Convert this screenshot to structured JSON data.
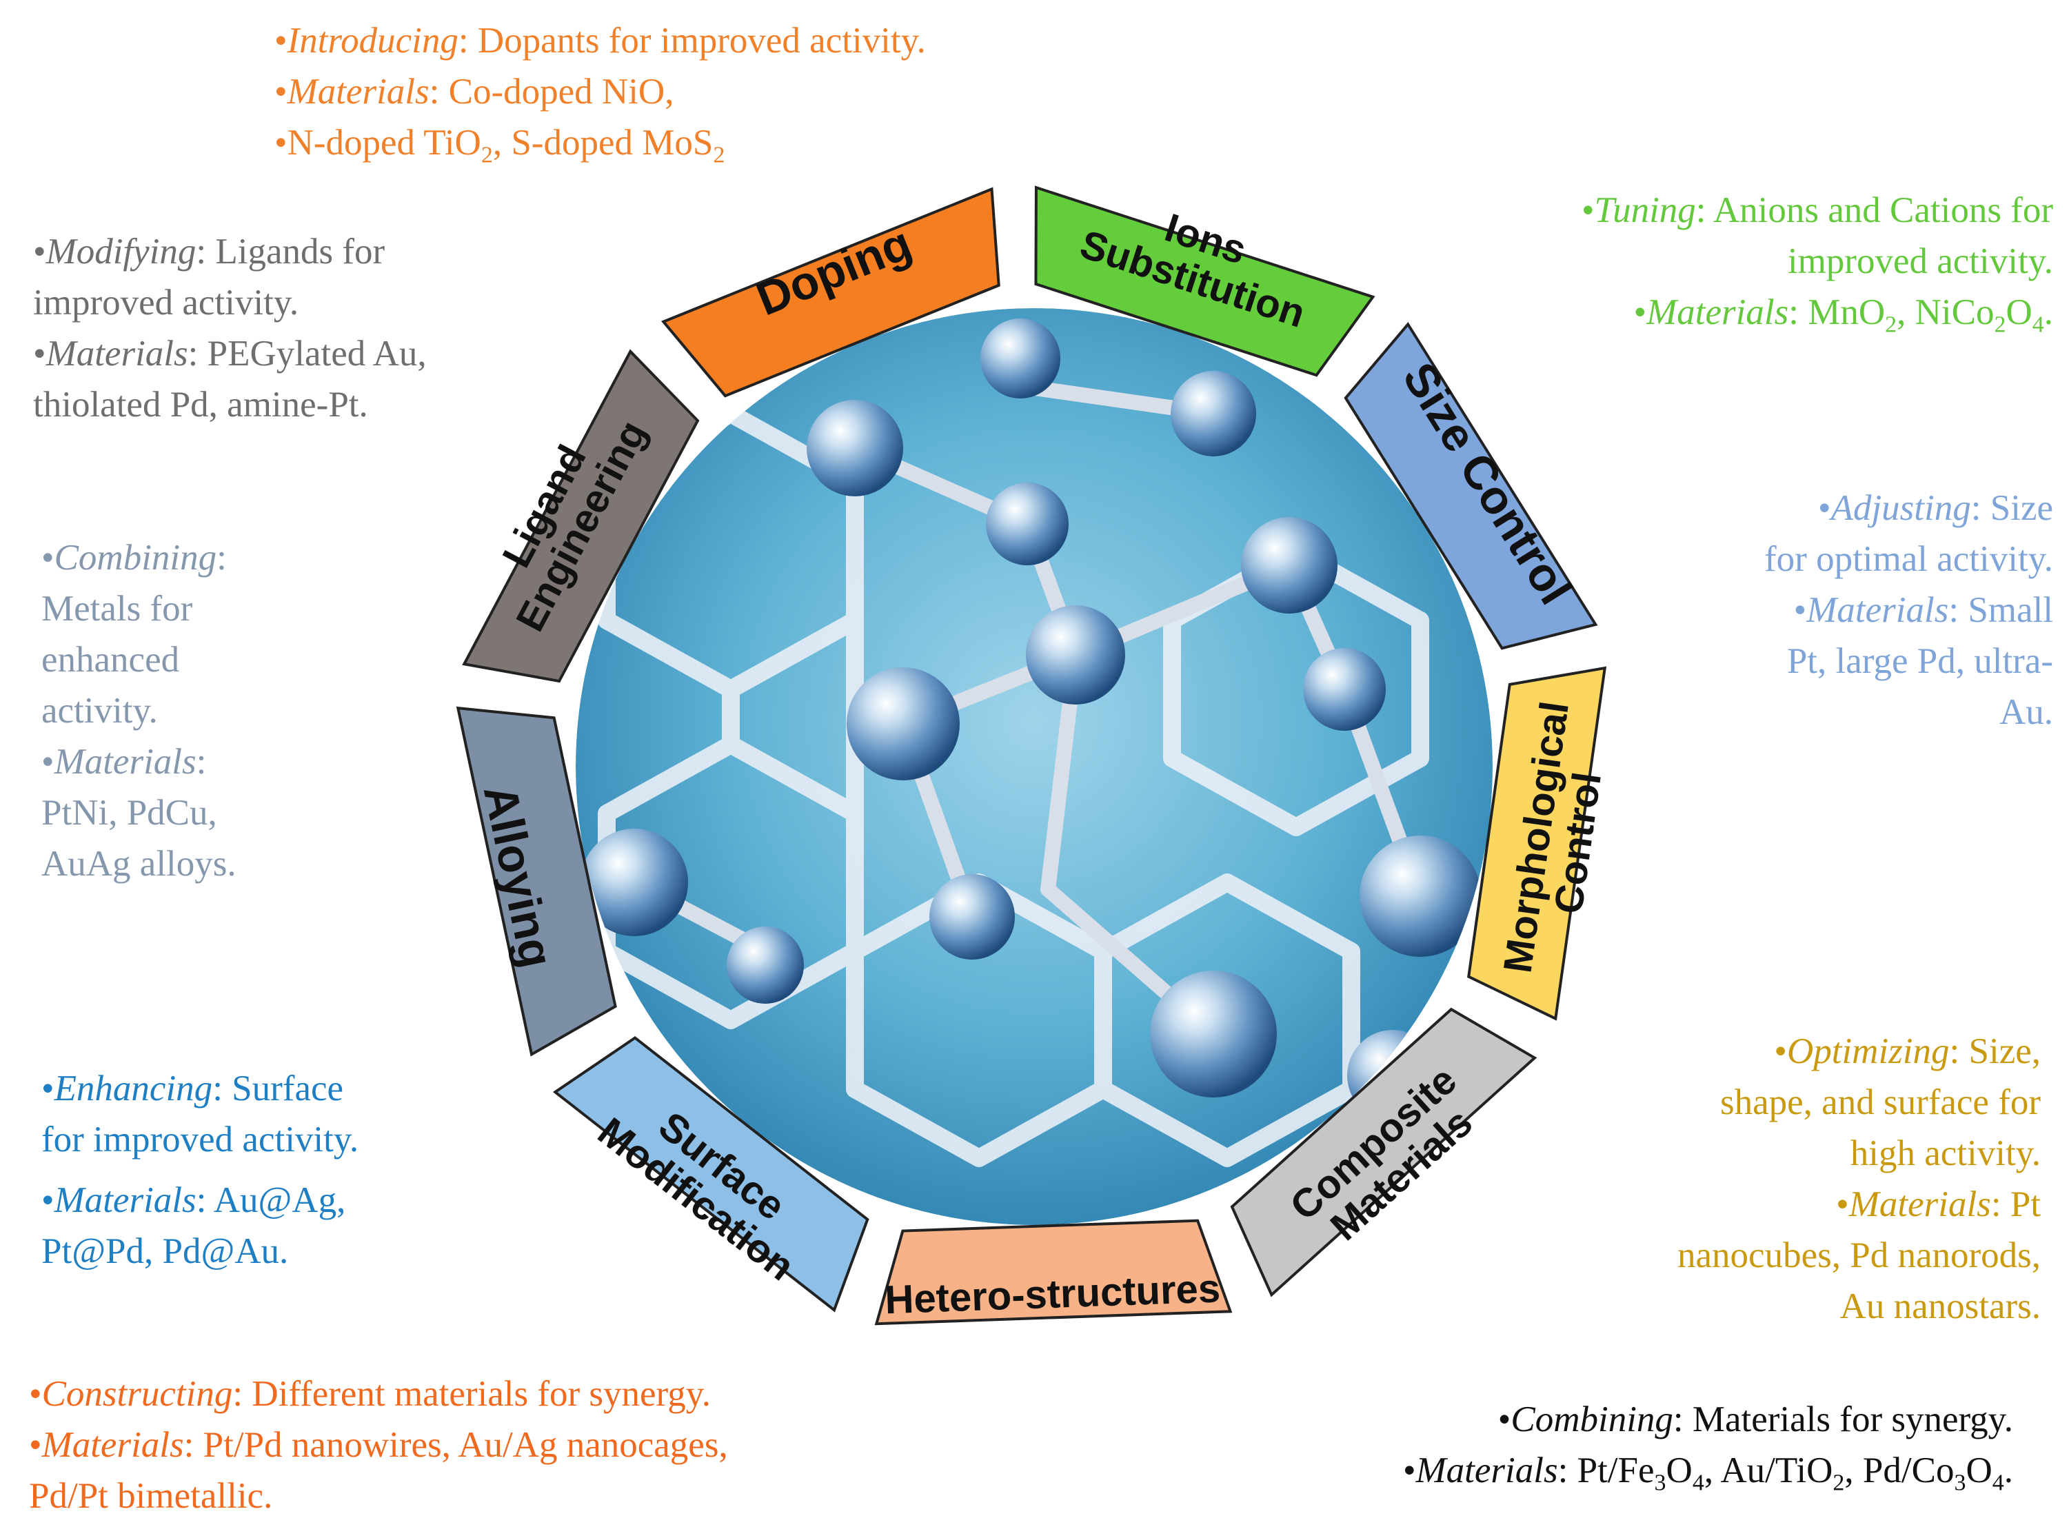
{
  "segments": [
    {
      "id": "doping",
      "lines": [
        "Doping"
      ],
      "color": "#f57f20"
    },
    {
      "id": "ions-substitution",
      "lines": [
        "Ions",
        "Substitution"
      ],
      "color": "#63cd3b"
    },
    {
      "id": "size-control",
      "lines": [
        "Size Control"
      ],
      "color": "#7ea6dd"
    },
    {
      "id": "morphological-control",
      "lines": [
        "Morphological",
        "Control"
      ],
      "color": "#fbd760"
    },
    {
      "id": "composite-materials",
      "lines": [
        "Composite",
        "Materials"
      ],
      "color": "#c6c6c6"
    },
    {
      "id": "hetero-structures",
      "lines": [
        "Hetero-structures"
      ],
      "color": "#f8b287"
    },
    {
      "id": "surface-modification",
      "lines": [
        "Surface",
        "Modification"
      ],
      "color": "#8dbfe7"
    },
    {
      "id": "alloying",
      "lines": [
        "Alloying"
      ],
      "color": "#7c8fa6"
    },
    {
      "id": "ligand-engineering",
      "lines": [
        "Ligand",
        "Engineering"
      ],
      "color": "#7d7673"
    }
  ],
  "notes": {
    "doping": {
      "color": "#f0802a",
      "l1_key": "Introducing",
      "l1_rest": ": Dopants for improved activity.",
      "l2_key": "Materials",
      "l2_rest": ": Co-doped NiO,",
      "l3_a": "N-doped TiO",
      "l3_sub": "2",
      "l3_b": ", S-doped MoS",
      "l3_sub2": "2"
    },
    "ions": {
      "color": "#64c83c",
      "l1_key": "Tuning",
      "l1_rest": ": Anions and Cations for",
      "l1b": "improved activity.",
      "l2_key": "Materials",
      "l2_a": ": MnO",
      "l2_sub1": "2",
      "l2_b": ", NiCo",
      "l2_sub2": "2",
      "l2_c": "O",
      "l2_sub3": "4",
      "l2_d": "."
    },
    "size": {
      "color": "#7ea4d8",
      "l1_key": "Adjusting",
      "l1_rest": ": Size",
      "l1b": "for optimal activity.",
      "l2_key": "Materials",
      "l2_rest": ": Small",
      "l2b": "Pt, large Pd, ultra-",
      "l2c": "Au."
    },
    "morph": {
      "color": "#c99a10",
      "l1_key": "Optimizing",
      "l1_rest": ": Size,",
      "l1b": "shape, and surface for",
      "l1c": "high activity.",
      "l2_key": "Materials",
      "l2_rest": ": Pt",
      "l2b": "nanocubes, Pd nanorods,",
      "l2c": "Au nanostars."
    },
    "composite": {
      "color": "#111111",
      "l1_key": "Combining",
      "l1_rest": ": Materials for synergy.",
      "l2_key": "Materials",
      "l2_a": ": Pt/Fe",
      "l2_sub1": "3",
      "l2_b": "O",
      "l2_sub2": "4",
      "l2_c": ", Au/TiO",
      "l2_sub3": "2",
      "l2_d": ", Pd/Co",
      "l2_sub4": "3",
      "l2_e": "O",
      "l2_sub5": "4",
      "l2_f": "."
    },
    "hetero": {
      "color": "#ef6a1f",
      "l1_key": "Constructing",
      "l1_rest": ": Different materials for synergy.",
      "l2_key": "Materials",
      "l2_rest": ": Pt/Pd nanowires, Au/Ag nanocages,",
      "l3": "Pd/Pt bimetallic."
    },
    "surface": {
      "color": "#1f7fc4",
      "l1_key": "Enhancing",
      "l1_rest": ": Surface",
      "l1b": "for improved activity.",
      "l2_key": "Materials",
      "l2_rest": ": Au@Ag,",
      "l2b": "Pt@Pd, Pd@Au."
    },
    "alloy": {
      "color": "#8597ad",
      "l1_key": "Combining",
      "l1_rest": ":",
      "l1b": "Metals for",
      "l1c": "enhanced",
      "l1d": "activity.",
      "l2_key": "Materials",
      "l2_rest": ":",
      "l2b": "PtNi, PdCu,",
      "l2c": "AuAg alloys."
    },
    "ligand": {
      "color": "#6e6e6e",
      "l1_key": "Modifying",
      "l1_rest": ": Ligands for",
      "l1b": "improved activity.",
      "l2_key": "Materials",
      "l2_rest": ": PEGylated Au,",
      "l2b": "thiolated Pd, amine-Pt."
    }
  }
}
